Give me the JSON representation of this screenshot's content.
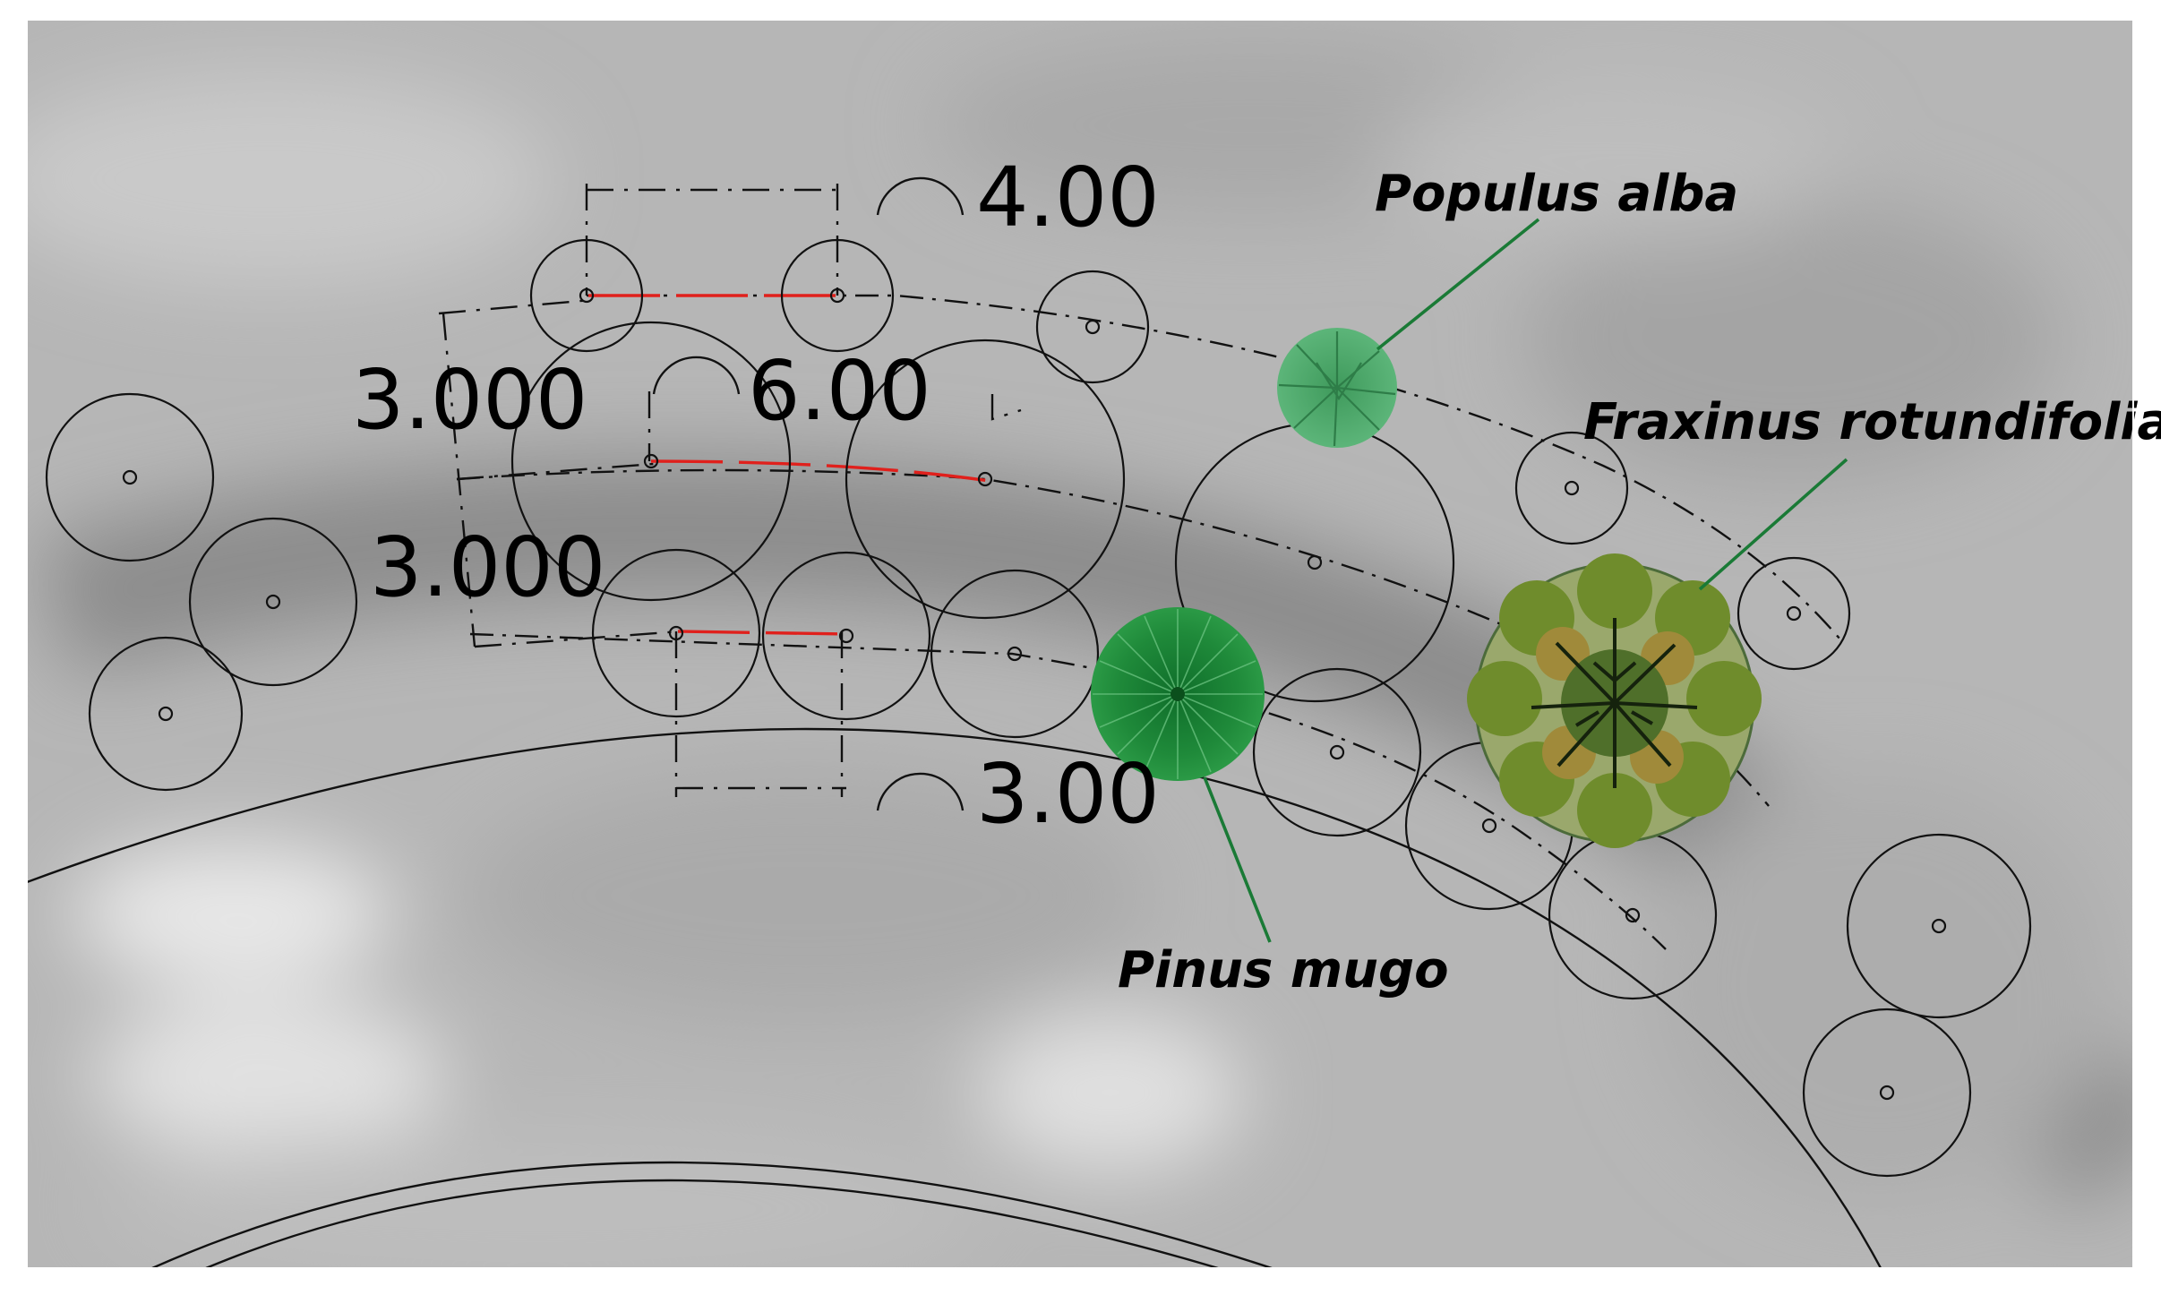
{
  "dimensions": {
    "top_spacing": "4.00",
    "mid_spacing": "6.00",
    "bottom_spacing": "3.00",
    "row_gap_upper": "3.000",
    "row_gap_lower": "3.000"
  },
  "species": {
    "populus": "Populus alba",
    "fraxinus": "Fraxinus rotundifolia",
    "pinus": "Pinus mugo"
  },
  "colors": {
    "background": "#b3b3b3",
    "dimension_highlight": "#e0201c",
    "pinus_green": "#1f8a3a",
    "populus_green": "#4aa86a",
    "fraxinus_olive": "#8a9a3a",
    "leader_green": "#1a7a36"
  }
}
